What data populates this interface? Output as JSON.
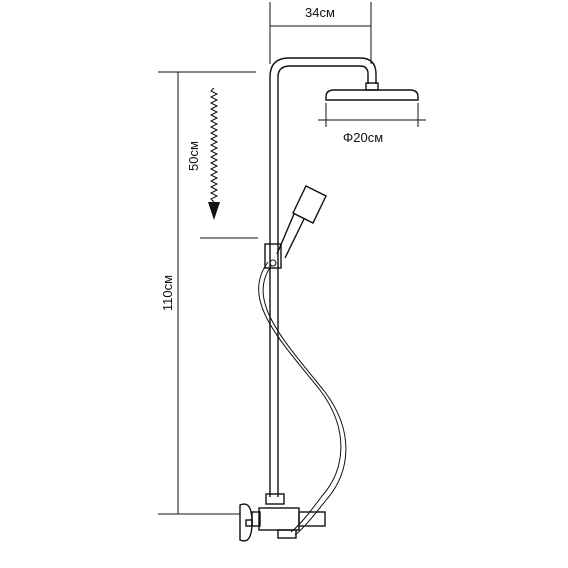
{
  "dimensions": {
    "top_width": "34см",
    "head_diameter": "Φ20см",
    "total_height": "110см",
    "slide_range": "50см"
  }
}
